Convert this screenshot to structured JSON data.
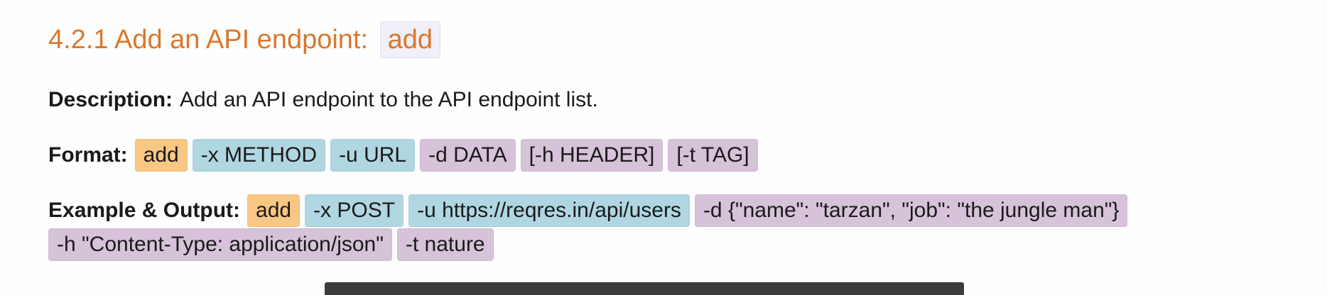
{
  "heading": {
    "title": "4.2.1 Add an API endpoint:",
    "command": "add"
  },
  "description": {
    "label": "Description:",
    "text": "Add an API endpoint to the API endpoint list."
  },
  "format": {
    "label": "Format:",
    "command": "add",
    "method": "-x METHOD",
    "url": "-u URL",
    "data": "-d DATA",
    "header": "[-h HEADER]",
    "tag": "[-t TAG]"
  },
  "example": {
    "label": "Example & Output:",
    "command": "add",
    "method": "-x POST",
    "url": "-u https://reqres.in/api/users",
    "data": "-d {\"name\": \"tarzan\", \"job\": \"the jungle man\"}",
    "header": "-h \"Content-Type: application/json\"",
    "tag": "-t nature"
  },
  "colors": {
    "heading": "#d9782d",
    "command_chip": "#f8c783",
    "required_param_chip": "#b0d6e2",
    "optional_param_chip": "#d6c2d9",
    "code_block": "#3c3c3c"
  }
}
